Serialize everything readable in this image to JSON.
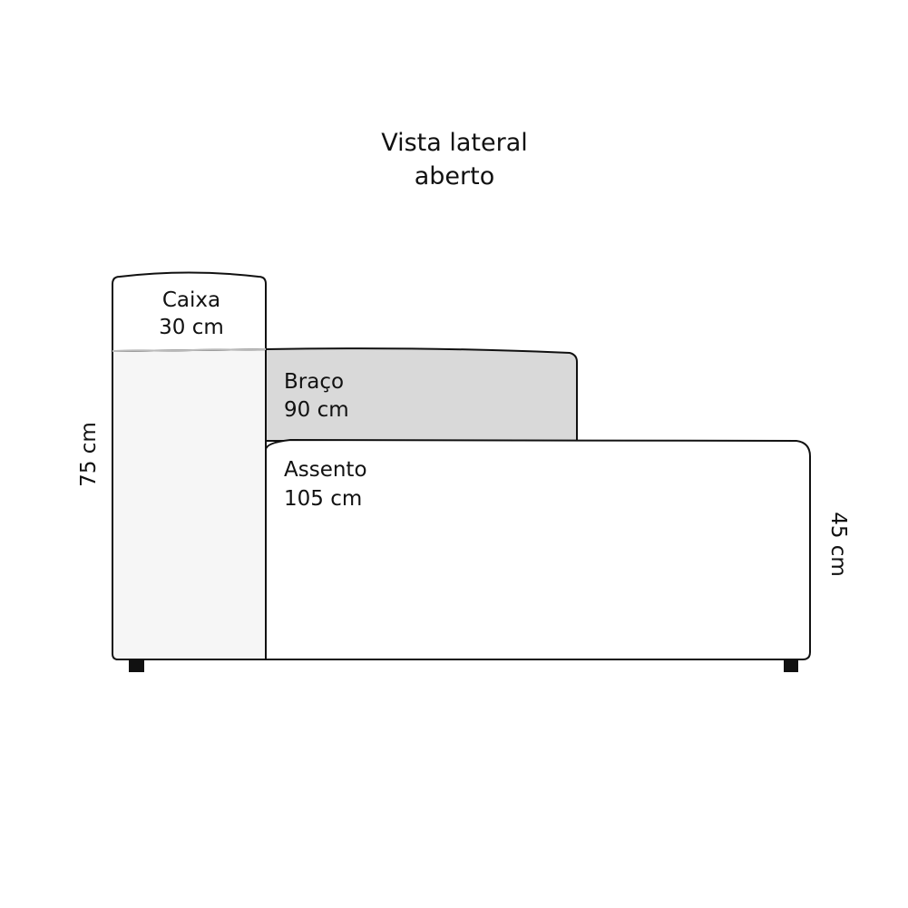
{
  "title": {
    "line1": "Vista lateral",
    "line2": "aberto"
  },
  "parts": {
    "caixa": {
      "name": "Caixa",
      "measure": "30 cm"
    },
    "braco": {
      "name": "Braço",
      "measure": "90 cm"
    },
    "assento": {
      "name": "Assento",
      "measure": "105 cm"
    }
  },
  "dimensions": {
    "total_height": "75 cm",
    "seat_height": "45 cm"
  },
  "colors": {
    "outline": "#111111",
    "caixa_top_fill": "#ffffff",
    "caixa_body_fill": "#f6f6f6",
    "braco_fill": "#d9d9d9",
    "assento_fill": "#ffffff",
    "feet": "#111111"
  }
}
